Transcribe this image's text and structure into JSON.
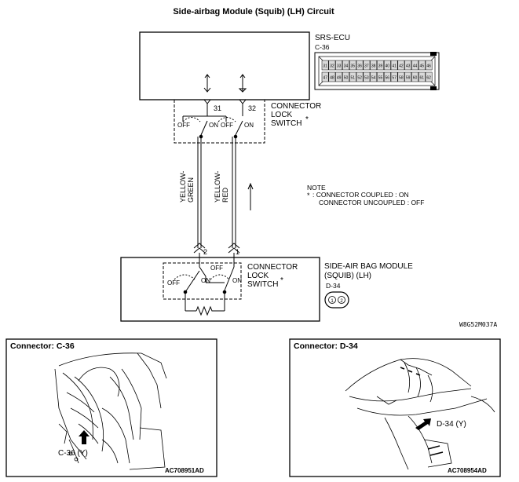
{
  "title": "Side-airbag Module (Squib) (LH) Circuit",
  "ecu": {
    "name": "SRS-ECU",
    "connector": "C-36",
    "pin_rows": [
      [
        "31",
        "32",
        "33",
        "34",
        "35",
        "36",
        "37",
        "38",
        "39",
        "40",
        "41",
        "42",
        "43",
        "44",
        "45",
        "46"
      ],
      [
        "47",
        "48",
        "49",
        "50",
        "51",
        "52",
        "53",
        "54",
        "55",
        "56",
        "57",
        "58",
        "59",
        "60",
        "61",
        "62"
      ]
    ]
  },
  "upper_switch": {
    "label_lines": [
      "CONNECTOR",
      "LOCK",
      "SWITCH"
    ],
    "asterisk": "*",
    "pin_left": "31",
    "pin_right": "32",
    "off_left": "OFF",
    "on_left": "ON",
    "off_right": "OFF",
    "on_right": "ON"
  },
  "wires": {
    "left_lines": [
      "YELLOW-",
      "GREEN"
    ],
    "right_lines": [
      "YELLOW-",
      "RED"
    ]
  },
  "note": {
    "heading": "NOTE",
    "asterisk": "*",
    "line1": ": CONNECTOR COUPLED : ON",
    "line2": "CONNECTOR UNCOUPLED : OFF"
  },
  "lower_switch": {
    "label_lines": [
      "CONNECTOR",
      "LOCK",
      "SWITCH"
    ],
    "asterisk": "*",
    "pin_left": "2",
    "pin_right": "1",
    "off_left": "OFF",
    "on_left": "ON",
    "off_right": "OFF",
    "on_right": "ON"
  },
  "module": {
    "name_lines": [
      "SIDE-AIR BAG MODULE",
      "(SQUIB) (LH)"
    ],
    "connector": "D-34",
    "pins": [
      "1",
      "2"
    ]
  },
  "diagram_code": "W8G52M037A",
  "panel_left": {
    "title": "Connector: C-36",
    "callout": "C-36 (Y)",
    "code": "AC708951AD"
  },
  "panel_right": {
    "title": "Connector: D-34",
    "callout": "D-34 (Y)",
    "code": "AC708954AD"
  }
}
